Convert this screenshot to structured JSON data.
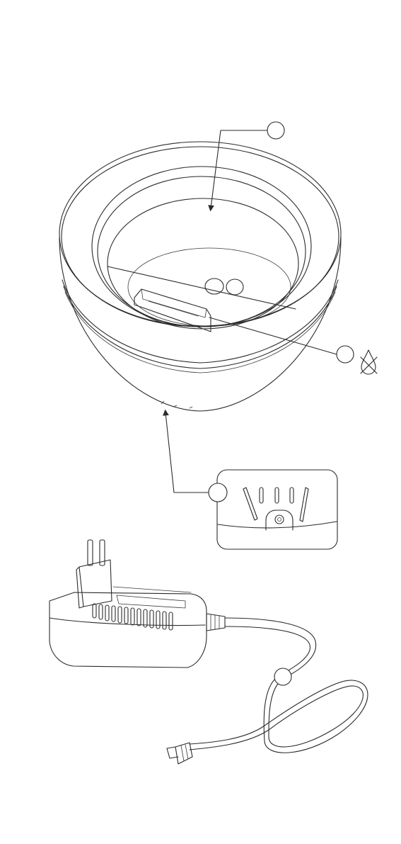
{
  "figure": {
    "stroke_color": "#2b2b2b",
    "background": "#ffffff",
    "parts": {
      "bowl": "dehumidifier-bowl",
      "inner_sensor": "float-switch",
      "base_detail": "power-socket-vents",
      "adapter": "power-adapter",
      "cable": "dc-cable"
    },
    "icons": {
      "no_water": "no-water-drop-icon"
    }
  }
}
